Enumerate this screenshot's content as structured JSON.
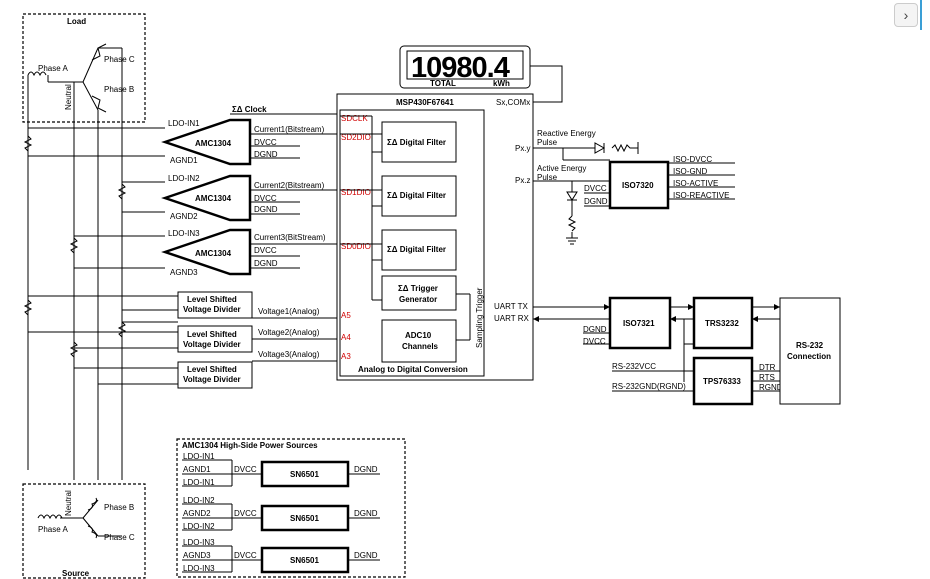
{
  "nav": {
    "next_glyph": "›"
  },
  "display": {
    "reading": "10980.4",
    "left_caption": "TOTAL",
    "right_caption": "kWh"
  },
  "groups": {
    "load": "Load",
    "source": "Source",
    "adc": "Analog to Digital Conversion",
    "power": "AMC1304 High-Side Power Sources"
  },
  "phases": {
    "a": "Phase A",
    "b": "Phase B",
    "c": "Phase C",
    "neutral": "Neutral"
  },
  "mcu": {
    "name": "MSP430F67641",
    "sx_com": "Sx,COMx",
    "py": "Px.y",
    "pz": "Px.z",
    "uart_tx": "UART TX",
    "uart_rx": "UART RX",
    "trigger_side": "Sampling Trigger"
  },
  "sd_pins": [
    "SDCLK",
    "SD2DIO",
    "SD1DIO",
    "SD0DIO"
  ],
  "adc_pins": [
    "A5",
    "A4",
    "A3"
  ],
  "clock": "ΣΔ Clock",
  "amc": [
    {
      "name": "AMC1304",
      "ldo": "LDO-IN1",
      "agnd": "AGND1",
      "current": "Current1(Bitstream)",
      "dvcc": "DVCC",
      "dgnd": "DGND"
    },
    {
      "name": "AMC1304",
      "ldo": "LDO-IN2",
      "agnd": "AGND2",
      "current": "Current2(Bitstream)",
      "dvcc": "DVCC",
      "dgnd": "DGND"
    },
    {
      "name": "AMC1304",
      "ldo": "LDO-IN3",
      "agnd": "AGND3",
      "current": "Current3(BitStream)",
      "dvcc": "DVCC",
      "dgnd": "DGND"
    }
  ],
  "filters": [
    "ΣΔ Digital Filter",
    "ΣΔ Digital Filter",
    "ΣΔ Digital Filter"
  ],
  "trigger_gen": [
    "ΣΔ Trigger",
    "Generator"
  ],
  "adc10": [
    "ADC10",
    "Channels"
  ],
  "dividers": [
    [
      "Level Shifted",
      "Voltage Divider"
    ],
    [
      "Level Shifted",
      "Voltage Divider"
    ],
    [
      "Level Shifted",
      "Voltage Divider"
    ]
  ],
  "voltages": [
    "Voltage1(Analog)",
    "Voltage2(Analog)",
    "Voltage3(Analog)"
  ],
  "pulses": {
    "reactive": [
      "Reactive Energy",
      "Pulse"
    ],
    "active": [
      "Active Energy",
      "Pulse"
    ]
  },
  "iso7320": {
    "name": "ISO7320",
    "dvcc": "DVCC",
    "dgnd": "DGND",
    "outs": [
      "ISO-DVCC",
      "ISO-GND",
      "ISO-ACTIVE",
      "ISO-REACTIVE"
    ]
  },
  "iso7321": {
    "name": "ISO7321",
    "dgnd": "DGND",
    "dvcc": "DVCC"
  },
  "trs3232": "TRS3232",
  "tps76333": {
    "name": "TPS76333",
    "vcc": "RS-232VCC",
    "gnd": "RS-232GND(RGND)",
    "dtr": "DTR",
    "rts": "RTS",
    "rgnd": "RGND"
  },
  "rs232": [
    "RS-232",
    "Connection"
  ],
  "sn6501": [
    {
      "name": "SN6501",
      "ldo_a": "LDO-IN1",
      "agnd": "AGND1",
      "ldo_b": "LDO-IN1",
      "dvcc": "DVCC",
      "dgnd": "DGND"
    },
    {
      "name": "SN6501",
      "ldo_a": "LDO-IN2",
      "agnd": "AGND2",
      "ldo_b": "LDO-IN2",
      "dvcc": "DVCC",
      "dgnd": "DGND"
    },
    {
      "name": "SN6501",
      "ldo_a": "LDO-IN3",
      "agnd": "AGND3",
      "ldo_b": "LDO-IN3",
      "dvcc": "DVCC",
      "dgnd": "DGND"
    }
  ]
}
